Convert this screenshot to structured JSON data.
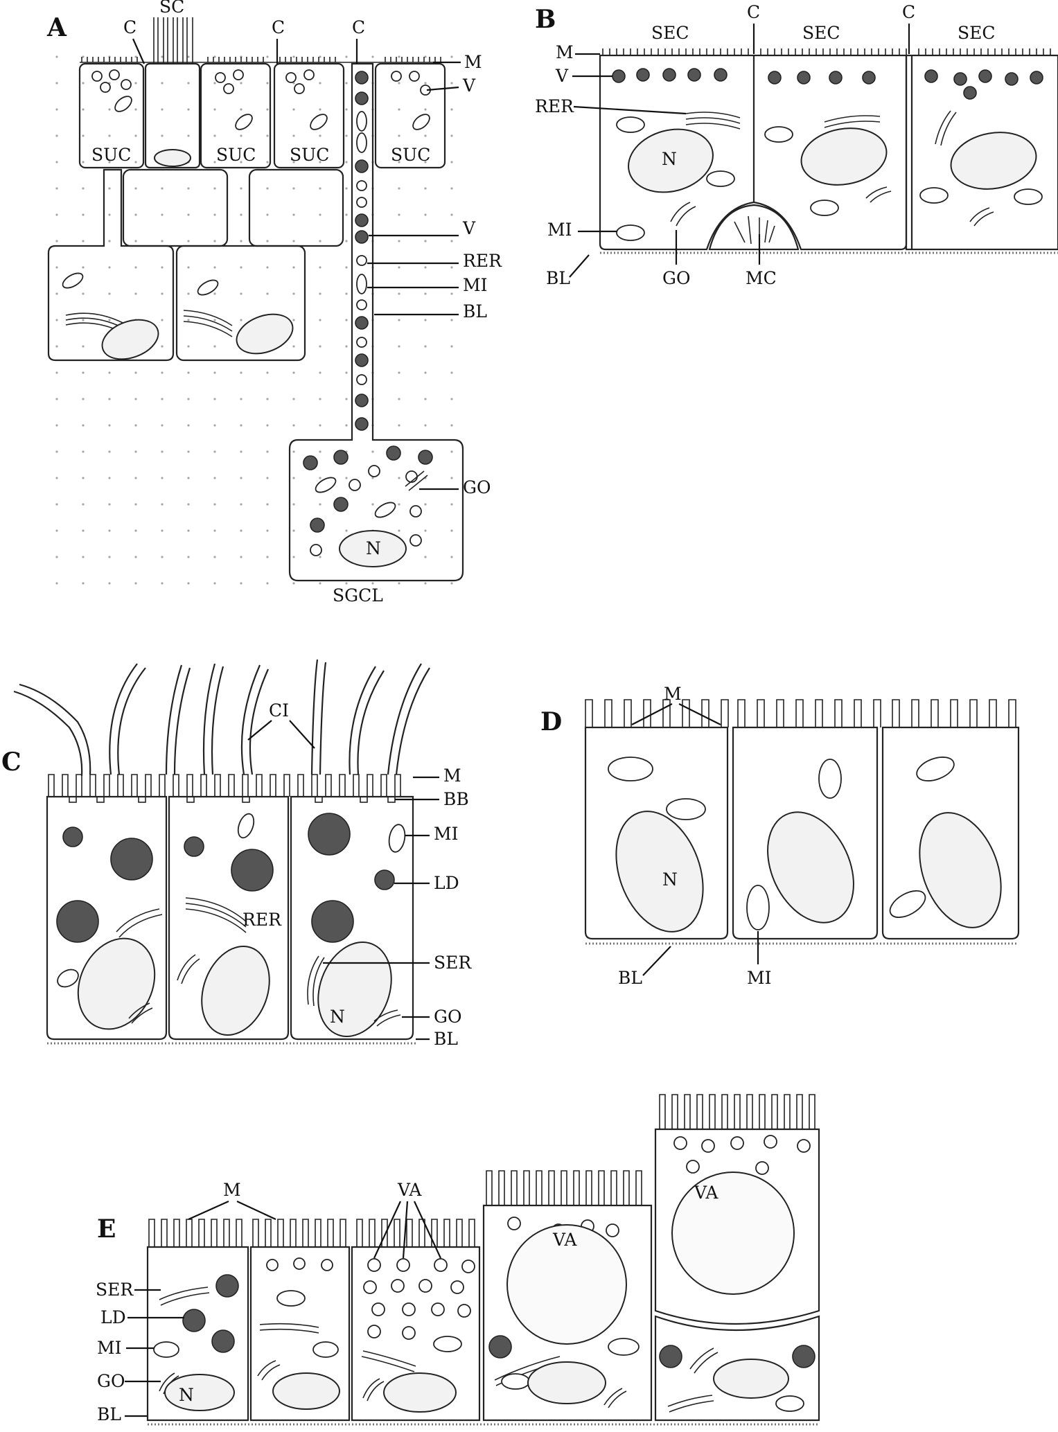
{
  "panels": {
    "A": {
      "letter": "A",
      "labels": {
        "c1": "C",
        "sc": "SC",
        "c2": "C",
        "c3": "C",
        "m": "M",
        "v1": "V",
        "suc1": "SUC",
        "suc2": "SUC",
        "suc3": "SUC",
        "suc4": "SUC",
        "v2": "V",
        "rer": "RER",
        "mi": "MI",
        "bl": "BL",
        "go": "GO",
        "n": "N",
        "sgcl": "SGCL"
      }
    },
    "B": {
      "letter": "B",
      "labels": {
        "sec1": "SEC",
        "c1": "C",
        "sec2": "SEC",
        "c2": "C",
        "sec3": "SEC",
        "m": "M",
        "v": "V",
        "rer": "RER",
        "n": "N",
        "mi": "MI",
        "bl": "BL",
        "go": "GO",
        "mc": "MC"
      }
    },
    "C": {
      "letter": "C",
      "labels": {
        "ci": "CI",
        "m": "M",
        "bb": "BB",
        "mi": "MI",
        "ld": "LD",
        "rer": "RER",
        "ser": "SER",
        "n": "N",
        "go": "GO",
        "bl": "BL"
      }
    },
    "D": {
      "letter": "D",
      "labels": {
        "m": "M",
        "n": "N",
        "bl": "BL",
        "mi": "MI"
      }
    },
    "E": {
      "letter": "E",
      "labels": {
        "m": "M",
        "va1": "VA",
        "va2": "VA",
        "va3": "VA",
        "ser": "SER",
        "ld": "LD",
        "mi": "MI",
        "go": "GO",
        "bl": "BL",
        "n": "N"
      }
    }
  }
}
